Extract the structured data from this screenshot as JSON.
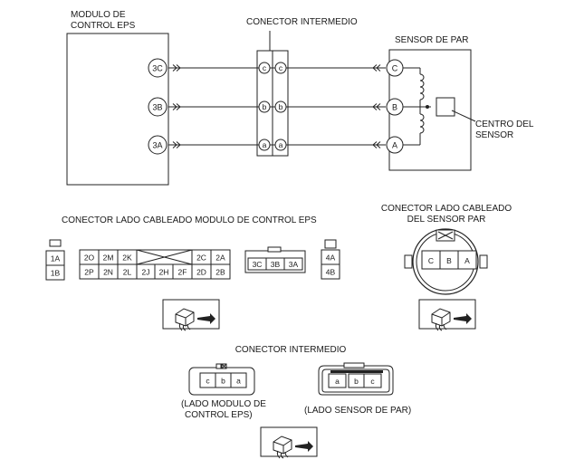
{
  "top": {
    "eps_module_title_line1": "MODULO DE",
    "eps_module_title_line2": "CONTROL EPS",
    "intermediate_connector_title": "CONECTOR INTERMEDIO",
    "torque_sensor_title": "SENSOR DE PAR",
    "sensor_center_line1": "CENTRO DEL",
    "sensor_center_line2": "SENSOR",
    "eps_terminals": [
      "3C",
      "3B",
      "3A"
    ],
    "connector_pins": [
      "c",
      "b",
      "a"
    ],
    "sensor_terminals": [
      "C",
      "B",
      "A"
    ]
  },
  "eps_harness": {
    "title": "CONECTOR LADO CABLEADO MODULO DE CONTROL EPS",
    "conn1": [
      "1A",
      "1B"
    ],
    "main_top": [
      "2O",
      "2M",
      "2K",
      "2C",
      "2A"
    ],
    "main_bottom": [
      "2P",
      "2N",
      "2L",
      "2J",
      "2H",
      "2F",
      "2D",
      "2B"
    ],
    "conn3": [
      "3C",
      "3B",
      "3A"
    ],
    "conn4": [
      "4A",
      "4B"
    ]
  },
  "sensor_harness": {
    "title_line1": "CONECTOR LADO CABLEADO",
    "title_line2": "DEL SENSOR PAR",
    "pins": [
      "C",
      "B",
      "A"
    ]
  },
  "intermediate": {
    "title": "CONECTOR INTERMEDIO",
    "left_pins": [
      "c",
      "b",
      "a"
    ],
    "right_pins": [
      "a",
      "b",
      "c"
    ],
    "left_caption_line1": "(LADO MODULO DE",
    "left_caption_line2": "CONTROL EPS)",
    "right_caption": "(LADO SENSOR DE PAR)"
  }
}
